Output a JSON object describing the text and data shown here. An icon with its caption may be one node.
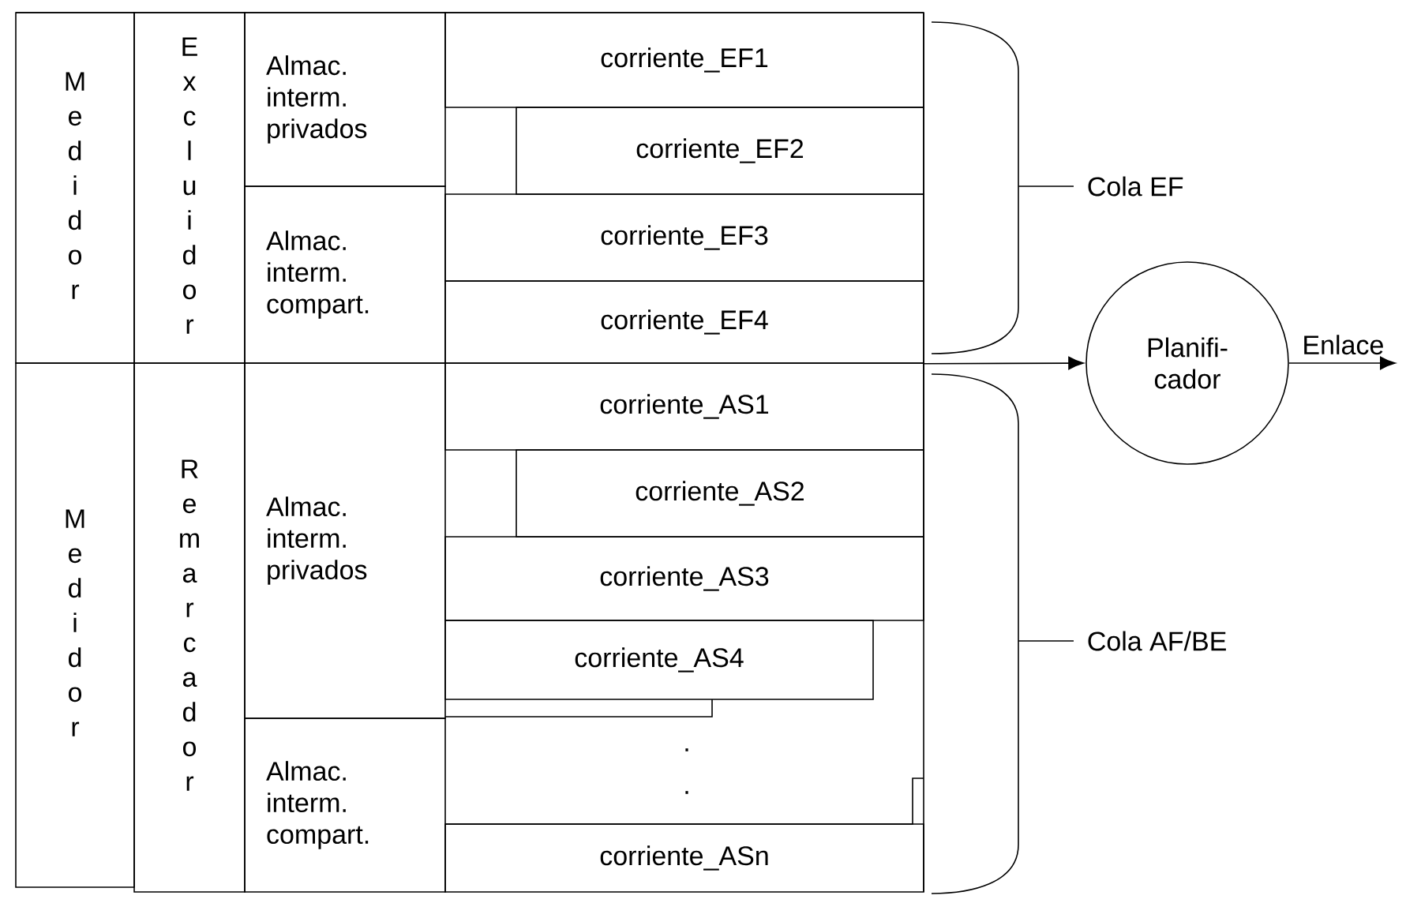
{
  "diagram": {
    "nodes": [
      {
        "text": [
          "Medidor"
        ]
      },
      {
        "text": [
          "Excluidor"
        ]
      },
      {
        "text": [
          "Almac. interm. privados"
        ]
      },
      {
        "text": [
          "Almac. interm. compart."
        ]
      },
      {
        "text": [
          "corriente_EF1"
        ]
      },
      {
        "text": [
          "corriente_EF2"
        ]
      },
      {
        "text": [
          "corriente_EF3"
        ]
      },
      {
        "text": [
          "corriente_EF4"
        ]
      },
      {
        "text": [
          "Medidor"
        ]
      },
      {
        "text": [
          "Remarcador"
        ]
      },
      {
        "text": [
          "Almac. interm. privados"
        ]
      },
      {
        "text": [
          "Almac. interm. compart."
        ]
      },
      {
        "text": [
          "corriente_AS1"
        ]
      },
      {
        "text": [
          "corriente_AS2"
        ]
      },
      {
        "text": [
          "corriente_AS3"
        ]
      },
      {
        "text": [
          "corriente_AS4"
        ]
      },
      {
        "text": [
          "corriente_ASn"
        ]
      },
      {
        "text": [
          "Planifi- cador"
        ]
      }
    ],
    "edges": [
      {
        "from": 7,
        "to": 17,
        "arrow": "to"
      },
      {
        "from": 17,
        "to": null,
        "arrow": "to",
        "label": "Enlace"
      }
    ],
    "labels": [
      ".",
      ".",
      "Cola EF",
      "Cola AF/BE"
    ]
  }
}
